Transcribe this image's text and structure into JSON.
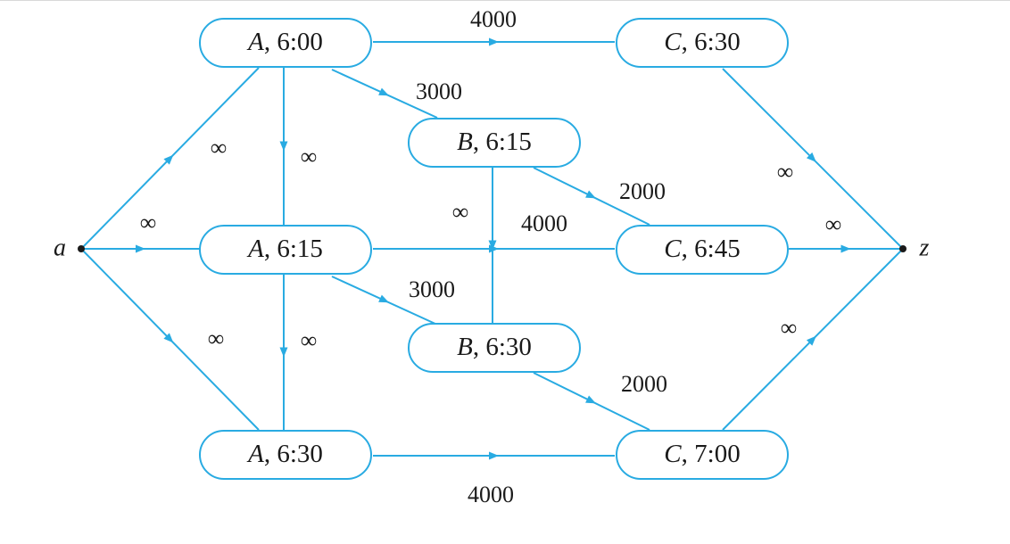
{
  "diagram": {
    "colors": {
      "edge": "#29abe2",
      "text": "#1a1a1a"
    },
    "terminals": [
      {
        "id": "a",
        "label": "a"
      },
      {
        "id": "z",
        "label": "z"
      }
    ],
    "nodes": [
      {
        "id": "A600",
        "letter": "A",
        "time": ", 6:00"
      },
      {
        "id": "A615",
        "letter": "A",
        "time": ", 6:15"
      },
      {
        "id": "A630",
        "letter": "A",
        "time": ", 6:30"
      },
      {
        "id": "B615",
        "letter": "B",
        "time": ", 6:15"
      },
      {
        "id": "B630",
        "letter": "B",
        "time": ", 6:30"
      },
      {
        "id": "C630",
        "letter": "C",
        "time": ", 6:30"
      },
      {
        "id": "C645",
        "letter": "C",
        "time": ", 6:45"
      },
      {
        "id": "C700",
        "letter": "C",
        "time": ", 7:00"
      }
    ],
    "edges": [
      {
        "from": "a",
        "to": "A600",
        "capacity": "∞"
      },
      {
        "from": "a",
        "to": "A615",
        "capacity": "∞"
      },
      {
        "from": "a",
        "to": "A630",
        "capacity": "∞"
      },
      {
        "from": "A600",
        "to": "A615",
        "capacity": "∞"
      },
      {
        "from": "A615",
        "to": "A630",
        "capacity": "∞"
      },
      {
        "from": "A600",
        "to": "C630",
        "capacity": "4000"
      },
      {
        "from": "A600",
        "to": "B615",
        "capacity": "3000"
      },
      {
        "from": "A615",
        "to": "C645",
        "capacity": "4000"
      },
      {
        "from": "A615",
        "to": "B630",
        "capacity": "3000"
      },
      {
        "from": "A630",
        "to": "C700",
        "capacity": "4000"
      },
      {
        "from": "B615",
        "to": "B630",
        "capacity": "∞"
      },
      {
        "from": "B615",
        "to": "C645",
        "capacity": "2000"
      },
      {
        "from": "B630",
        "to": "C700",
        "capacity": "2000"
      },
      {
        "from": "C630",
        "to": "z",
        "capacity": "∞"
      },
      {
        "from": "C645",
        "to": "z",
        "capacity": "∞"
      },
      {
        "from": "C700",
        "to": "z",
        "capacity": "∞"
      }
    ]
  }
}
